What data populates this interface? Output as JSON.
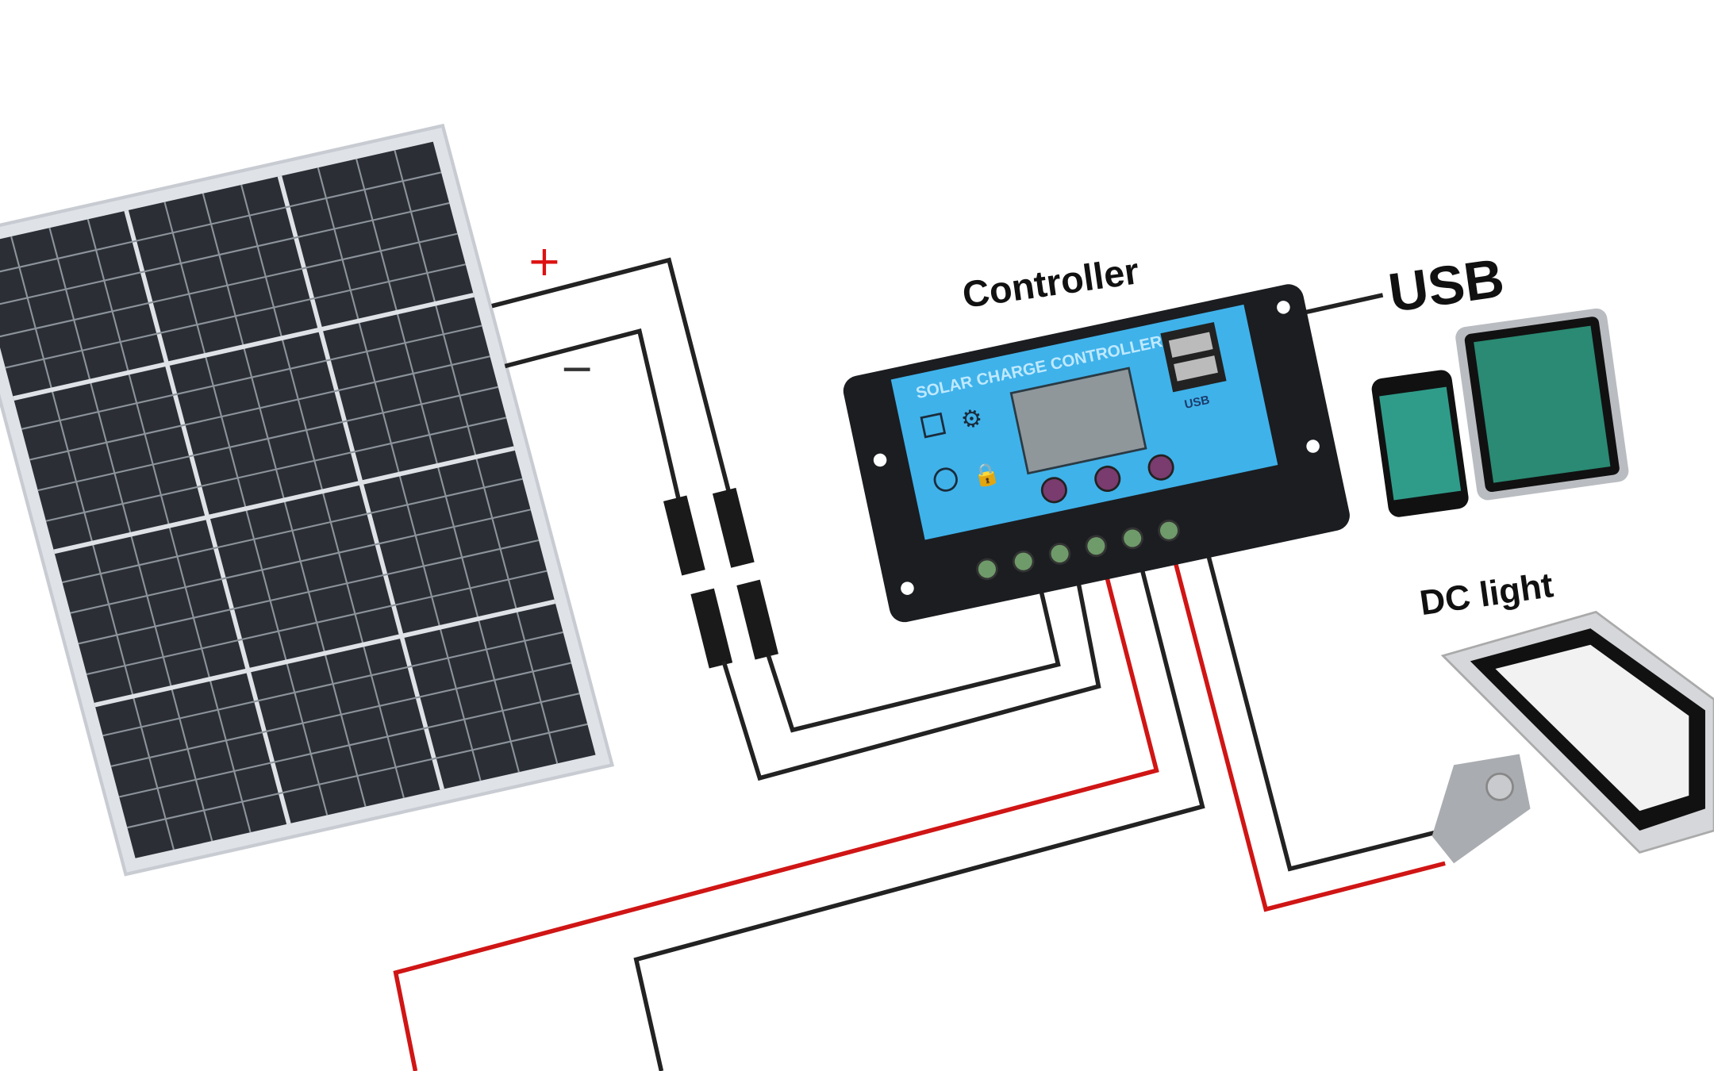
{
  "labels": {
    "plus": "+",
    "minus": "−",
    "controller": "Controller",
    "usb": "USB",
    "dc_light": "DC light"
  },
  "controller_face": {
    "title": "SOLAR CHARGE CONTROLLER",
    "usb_mark": "USB"
  },
  "colors": {
    "wire_black": "#222222",
    "wire_red": "#d01515",
    "controller_blue": "#3fb2ea",
    "panel_cell": "#2b2f35"
  }
}
